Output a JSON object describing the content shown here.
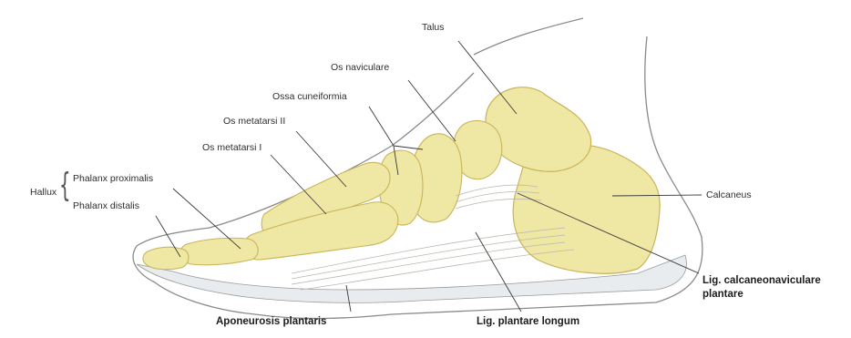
{
  "labels": {
    "talus": "Talus",
    "os_naviculare": "Os naviculare",
    "ossa_cuneiformia": "Ossa cuneiformia",
    "os_metatarsi_ii": "Os metatarsi II",
    "os_metatarsi_i": "Os metatarsi I",
    "hallux": "Hallux",
    "phalanx_proximalis": "Phalanx proximalis",
    "phalanx_distalis": "Phalanx distalis",
    "calcaneus": "Calcaneus",
    "lig_calcaneonaviculare_line1": "Lig. calcaneonaviculare",
    "lig_calcaneonaviculare_line2": "plantare",
    "aponeurosis_plantaris": "Aponeurosis plantaris",
    "lig_plantare_longum": "Lig. plantare longum"
  },
  "colors": {
    "bone": "#efe7a4",
    "bone_edge": "#c9b45a",
    "skin_outline": "#8a8a8a",
    "soft_tissue": "#e9ecef",
    "ligament": "#b9b9b0",
    "leader": "#3a3a3a"
  }
}
